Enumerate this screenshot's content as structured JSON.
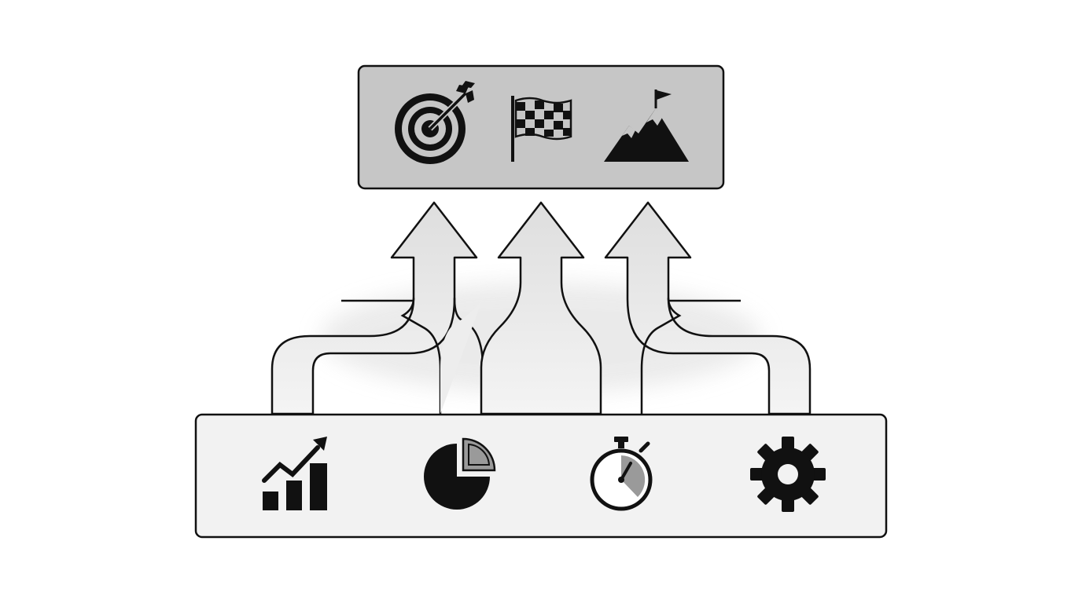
{
  "diagram": {
    "goals_panel": {
      "icons": [
        "target-icon",
        "checkered-flag-icon",
        "mountain-peak-flag-icon"
      ]
    },
    "inputs_panel": {
      "icons": [
        "growth-bar-chart-icon",
        "pie-chart-icon",
        "stopwatch-icon",
        "gear-icon"
      ]
    },
    "arrows": [
      "left-merge-arrow",
      "center-arrow",
      "right-merge-arrow"
    ],
    "colors": {
      "background": "#ffffff",
      "goals_panel_fill": "#c6c6c6",
      "inputs_panel_fill": "#f2f2f2",
      "arrow_fill": "#e9e9e9",
      "stroke": "#111111"
    }
  }
}
